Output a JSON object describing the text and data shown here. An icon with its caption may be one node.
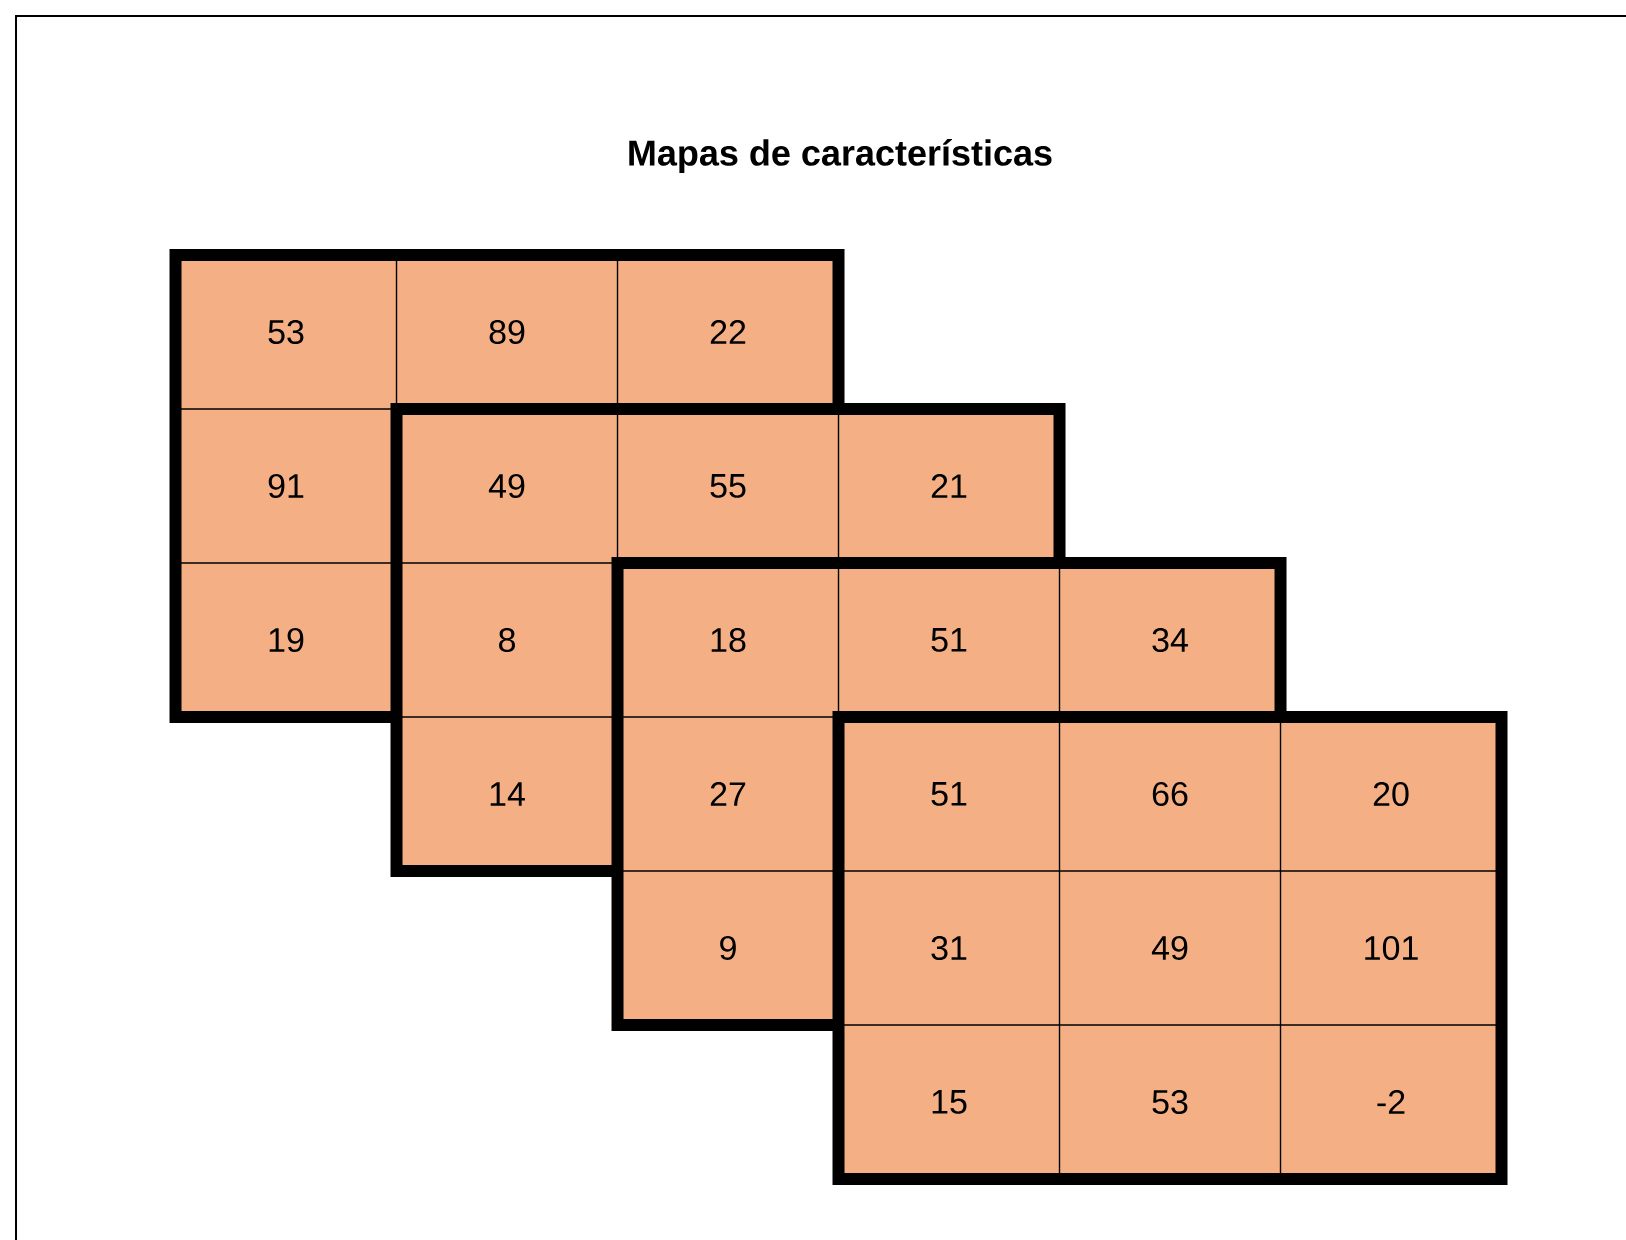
{
  "diagram": {
    "title": "Mapas de características",
    "nodes": [
      {
        "text": [
          "53"
        ]
      },
      {
        "text": [
          "89"
        ]
      },
      {
        "text": [
          "22"
        ]
      },
      {
        "text": [
          "91"
        ]
      },
      {
        "text": [
          "19"
        ]
      },
      {
        "text": [
          "49"
        ]
      },
      {
        "text": [
          "55"
        ]
      },
      {
        "text": [
          "21"
        ]
      },
      {
        "text": [
          "8"
        ]
      },
      {
        "text": [
          "14"
        ]
      },
      {
        "text": [
          "18"
        ]
      },
      {
        "text": [
          "51"
        ]
      },
      {
        "text": [
          "34"
        ]
      },
      {
        "text": [
          "27"
        ]
      },
      {
        "text": [
          "9"
        ]
      },
      {
        "text": [
          "51"
        ]
      },
      {
        "text": [
          "66"
        ]
      },
      {
        "text": [
          "20"
        ]
      },
      {
        "text": [
          "31"
        ]
      },
      {
        "text": [
          "49"
        ]
      },
      {
        "text": [
          "101"
        ]
      },
      {
        "text": [
          "15"
        ]
      },
      {
        "text": [
          "53"
        ]
      },
      {
        "text": [
          "-2"
        ]
      }
    ]
  }
}
